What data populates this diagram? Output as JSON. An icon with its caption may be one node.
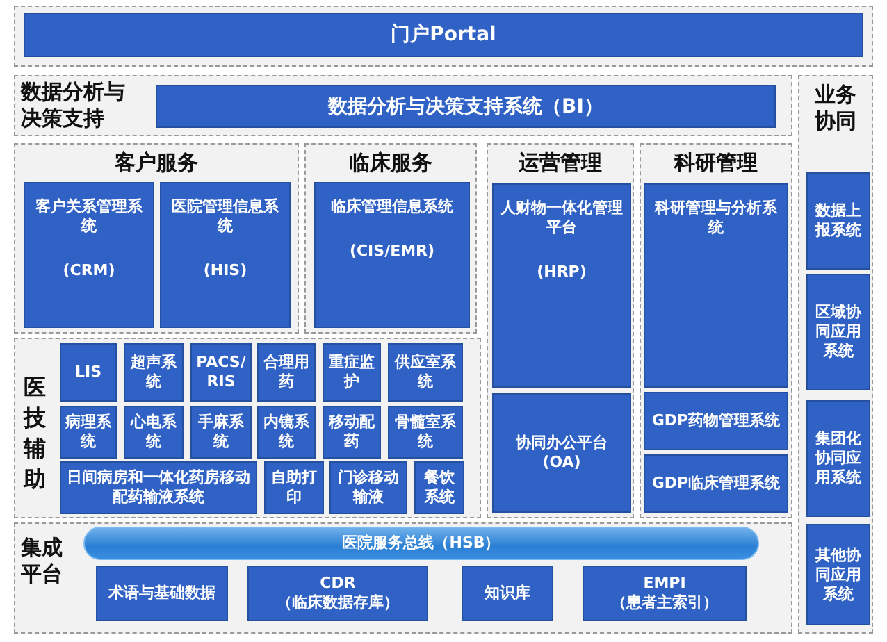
{
  "diagram": {
    "nodes": [
      {
        "text": [
          "门户Portal"
        ]
      },
      {
        "text": [
          "数据分析与决策支持"
        ]
      },
      {
        "text": [
          "数据分析与决策支持系统（BI）"
        ],
        "in": 1
      },
      {
        "text": [
          "业务协同"
        ]
      },
      {
        "text": [
          "数据上报系统"
        ],
        "in": 3
      },
      {
        "text": [
          "区域协同应用系统"
        ],
        "in": 3
      },
      {
        "text": [
          "集团化协同应用系统"
        ],
        "in": 3
      },
      {
        "text": [
          "其他协同应用系统"
        ],
        "in": 3
      },
      {
        "text": [
          "客户服务"
        ]
      },
      {
        "text": [
          "客户关系管理系统",
          "(CRM)"
        ],
        "in": 8
      },
      {
        "text": [
          "医院管理信息系统",
          "(HIS)"
        ],
        "in": 8
      },
      {
        "text": [
          "临床服务"
        ]
      },
      {
        "text": [
          "临床管理信息系统",
          "(CIS/EMR)"
        ],
        "in": 11
      },
      {
        "text": [
          "运营管理"
        ]
      },
      {
        "text": [
          "人财物一体化管理平台",
          "(HRP)"
        ],
        "in": 13
      },
      {
        "text": [
          "协同办公平台",
          "(OA)"
        ],
        "in": 13
      },
      {
        "text": [
          "科研管理"
        ]
      },
      {
        "text": [
          "科研管理与分析系统"
        ],
        "in": 16
      },
      {
        "text": [
          "GDP药物管理系统"
        ],
        "in": 16
      },
      {
        "text": [
          "GDP临床管理系统"
        ],
        "in": 16
      },
      {
        "text": [
          "医技辅助"
        ]
      },
      {
        "text": [
          "LIS"
        ],
        "in": 20
      },
      {
        "text": [
          "超声系统"
        ],
        "in": 20
      },
      {
        "text": [
          "PACS/RIS"
        ],
        "in": 20
      },
      {
        "text": [
          "合理用药"
        ],
        "in": 20
      },
      {
        "text": [
          "重症监护"
        ],
        "in": 20
      },
      {
        "text": [
          "供应室系统"
        ],
        "in": 20
      },
      {
        "text": [
          "病理系统"
        ],
        "in": 20
      },
      {
        "text": [
          "心电系统"
        ],
        "in": 20
      },
      {
        "text": [
          "手麻系统"
        ],
        "in": 20
      },
      {
        "text": [
          "内镜系统"
        ],
        "in": 20
      },
      {
        "text": [
          "移动配药"
        ],
        "in": 20
      },
      {
        "text": [
          "骨髓室系统"
        ],
        "in": 20
      },
      {
        "text": [
          "日间病房和一体化药房移动配药输液系统"
        ],
        "in": 20
      },
      {
        "text": [
          "自助打印"
        ],
        "in": 20
      },
      {
        "text": [
          "门诊移动输液"
        ],
        "in": 20
      },
      {
        "text": [
          "餐饮系统"
        ],
        "in": 20
      },
      {
        "text": [
          "集成平台"
        ]
      },
      {
        "text": [
          "医院服务总线（HSB）"
        ],
        "in": 37
      },
      {
        "text": [
          "术语与基础数据"
        ],
        "in": 37
      },
      {
        "text": [
          "CDR",
          "（临床数据存库）"
        ],
        "in": 37
      },
      {
        "text": [
          "知识库"
        ],
        "in": 37
      },
      {
        "text": [
          "EMPI",
          "（患者主索引）"
        ],
        "in": 37
      }
    ],
    "edges": []
  }
}
